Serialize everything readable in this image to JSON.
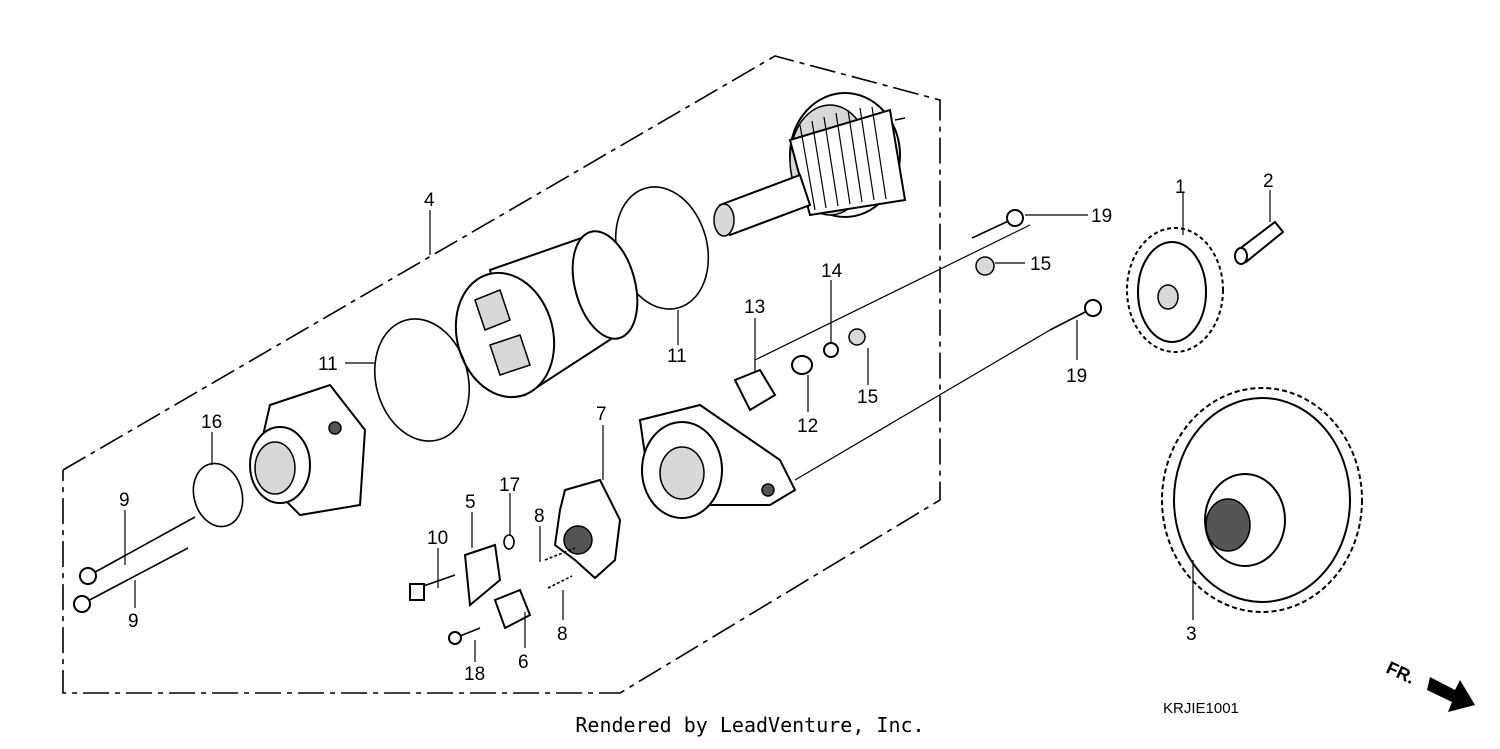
{
  "diagram": {
    "code": "KRJIE1001",
    "direction_label": "FR.",
    "footer": "Rendered by LeadVenture, Inc.",
    "callouts": [
      "1",
      "2",
      "3",
      "4",
      "5",
      "6",
      "7",
      "8",
      "8",
      "9",
      "9",
      "10",
      "11",
      "11",
      "12",
      "13",
      "14",
      "15",
      "15",
      "16",
      "17",
      "18",
      "19",
      "19"
    ]
  }
}
